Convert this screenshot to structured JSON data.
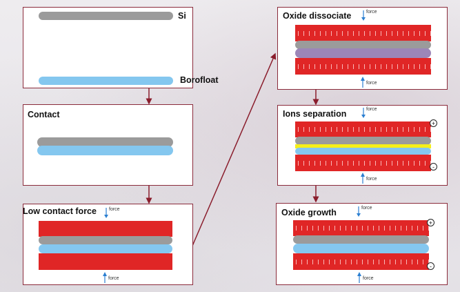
{
  "panels": {
    "p1": {
      "title": "",
      "si_label": "Si",
      "borofloat_label": "Borofloat"
    },
    "p2": {
      "title": "Contact"
    },
    "p3": {
      "title": "Low contact force",
      "force_top": "force",
      "force_bottom": "force"
    },
    "p4": {
      "title": "Oxide dissociate",
      "force_top": "force",
      "force_bottom": "force"
    },
    "p5": {
      "title": "Ions separation",
      "force_top": "force",
      "force_bottom": "force",
      "plus": "+",
      "minus": "-"
    },
    "p6": {
      "title": "Oxide growth",
      "force_top": "force",
      "force_bottom": "force",
      "plus": "+",
      "minus": "-"
    }
  },
  "colors": {
    "panel_border": "#8a2a3a",
    "arrow": "#8a1d2c",
    "si": "#9b9b9b",
    "borofloat": "#84c7ef",
    "electrode": "#e02626",
    "oxide": "#9c86b8",
    "ion_layer": "#f5ef1a",
    "force_arrow": "#2b7fd1"
  }
}
